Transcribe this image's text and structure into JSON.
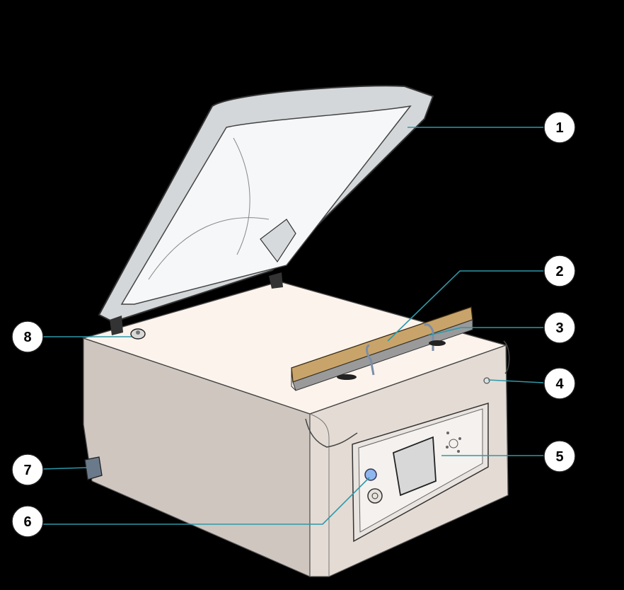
{
  "colors": {
    "background": "#000000",
    "body_top": "#fbf3ec",
    "body_front": "#cfc6c0",
    "body_right": "#e6ddd6",
    "lid_glass": "#e9ecee",
    "seal_bar": "#c9a46a",
    "leader_line": "#2e98a8",
    "callout_fill": "#ffffff"
  },
  "callouts": [
    {
      "id": "1",
      "label": "1"
    },
    {
      "id": "2",
      "label": "2"
    },
    {
      "id": "3",
      "label": "3"
    },
    {
      "id": "4",
      "label": "4"
    },
    {
      "id": "5",
      "label": "5"
    },
    {
      "id": "6",
      "label": "6"
    },
    {
      "id": "7",
      "label": "7"
    },
    {
      "id": "8",
      "label": "8"
    }
  ]
}
